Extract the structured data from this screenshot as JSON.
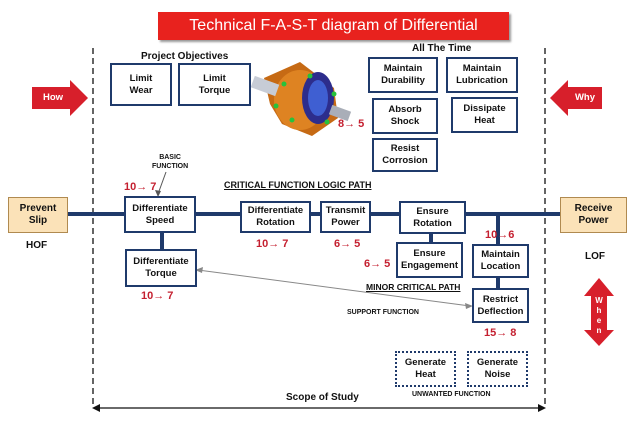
{
  "title": "Technical F-A-S-T diagram of Differential Assembly",
  "labels": {
    "project_objectives": "Project Objectives",
    "all_the_time": "All The Time",
    "basic_function": "BASIC\nFUNCTION",
    "critical_path": "CRITICAL FUNCTION LOGIC PATH",
    "minor_critical_path": "MINOR CRITICAL PATH",
    "support_function": "SUPPORT FUNCTION",
    "unwanted_function": "UNWANTED FUNCTION",
    "scope": "Scope of Study",
    "hof": "HOF",
    "lof": "LOF"
  },
  "side_arrows": {
    "how": "How",
    "why": "Why",
    "when": "When"
  },
  "objectives": [
    "Limit\nWear",
    "Limit\nTorque"
  ],
  "all_time": [
    "Maintain\nDurability",
    "Maintain\nLubrication",
    "Absorb\nShock",
    "Dissipate\nHeat",
    "Resist\nCorrosion"
  ],
  "ends": {
    "left": "Prevent\nSlip",
    "right": "Receive\nPower"
  },
  "functions": {
    "differentiate_speed": "Differentiate\nSpeed",
    "differentiate_torque": "Differentiate\nTorque",
    "differentiate_rotation": "Differentiate\nRotation",
    "transmit_power": "Transmit\nPower",
    "ensure_rotation": "Ensure\nRotation",
    "ensure_engagement": "Ensure\nEngagement",
    "maintain_location": "Maintain\nLocation",
    "restrict_deflection": "Restrict\nDeflection"
  },
  "unwanted": [
    "Generate\nHeat",
    "Generate\nNoise"
  ],
  "scores": {
    "image": "8→ 5",
    "diff_speed": "10→ 7",
    "diff_rotation": "10→ 7",
    "transmit_power": "6→ 5",
    "ensure_engagement": "6→ 5",
    "maintain_location": "10→6",
    "diff_torque": "10→ 7",
    "restrict_deflection": "15→ 8"
  }
}
